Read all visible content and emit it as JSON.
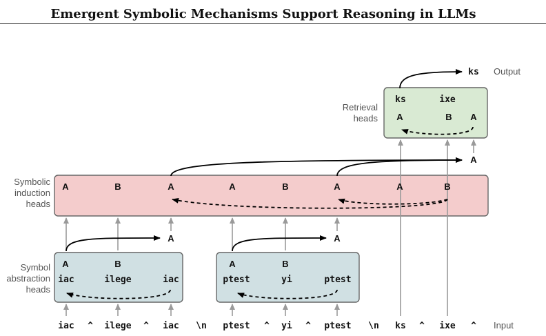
{
  "title": "Emergent Symbolic Mechanisms Support Reasoning in LLMs",
  "input_label": "Input",
  "output_label": "Output",
  "input_tokens": [
    "iac",
    "^",
    "ilege",
    "^",
    "iac",
    "\\n",
    "ptest",
    "^",
    "yi",
    "^",
    "ptest",
    "\\n",
    "ks",
    "^",
    "ixe",
    "^"
  ],
  "abstraction": {
    "label_lines": [
      "Symbol",
      "abstraction",
      "heads"
    ],
    "groups": [
      {
        "symbols": [
          "A",
          "B"
        ],
        "tokens": [
          "iac",
          "ilege",
          "iac"
        ],
        "output": "A"
      },
      {
        "symbols": [
          "A",
          "B"
        ],
        "tokens": [
          "ptest",
          "yi",
          "ptest"
        ],
        "output": "A"
      }
    ]
  },
  "induction": {
    "label_lines": [
      "Symbolic",
      "induction",
      "heads"
    ],
    "symbols": [
      "A",
      "B",
      "A",
      "A",
      "B",
      "A",
      "A",
      "B"
    ],
    "output": "A"
  },
  "retrieval": {
    "label_lines": [
      "Retrieval",
      "heads"
    ],
    "tokens": [
      "ks",
      "ixe"
    ],
    "symbols": [
      "A",
      "B",
      "A"
    ],
    "output": "ks"
  }
}
